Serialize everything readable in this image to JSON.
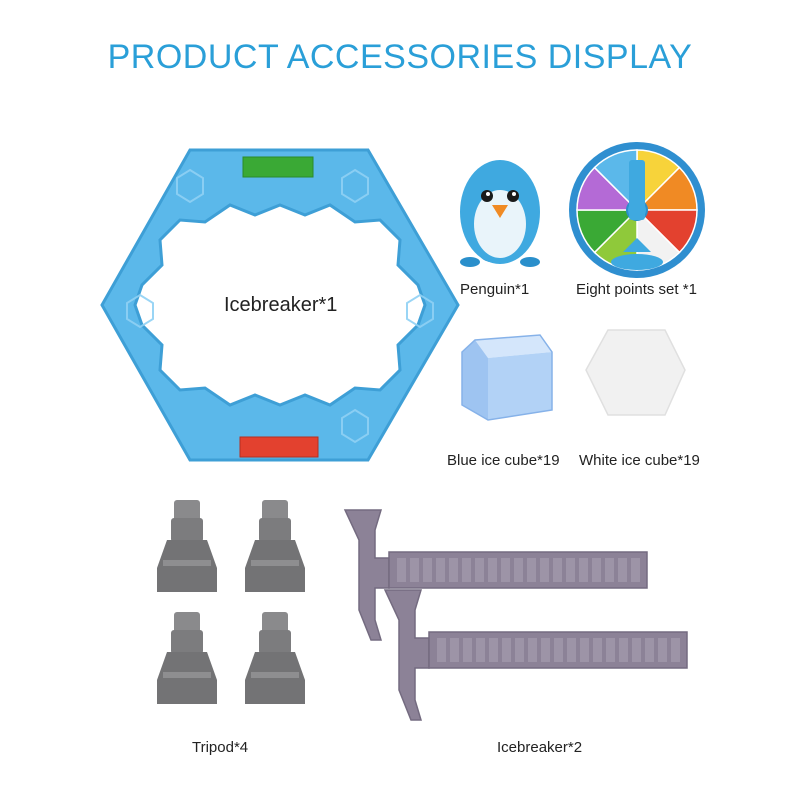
{
  "title": "PRODUCT ACCESSORIES DISPLAY",
  "labels": {
    "icebreaker_frame": "Icebreaker*1",
    "penguin": "Penguin*1",
    "spinner": "Eight points set *1",
    "blue_cube": "Blue ice cube*19",
    "white_cube": "White ice cube*19",
    "tripod": "Tripod*4",
    "hammers": "Icebreaker*2"
  },
  "colors": {
    "title": "#2a9fd8",
    "frame": "#5bb8ea",
    "frame_dark": "#3e9fd6",
    "green_bar": "#3aa935",
    "red_bar": "#e3412f",
    "penguin_blue": "#3fa9e0",
    "penguin_beak": "#f08a24",
    "blue_cube": "#a9ccf5",
    "white_cube": "#f1f1f1",
    "tripod": "#7c7c7e",
    "hammer": "#8c8297"
  },
  "icons": {
    "frame": "hexagon-frame-icon",
    "penguin": "penguin-icon",
    "spinner": "spinner-wheel-icon",
    "blue_cube": "hexagonal-prism-icon",
    "white_cube": "hexagon-block-icon",
    "tripod": "stand-icon",
    "hammer": "ice-hammer-icon"
  }
}
